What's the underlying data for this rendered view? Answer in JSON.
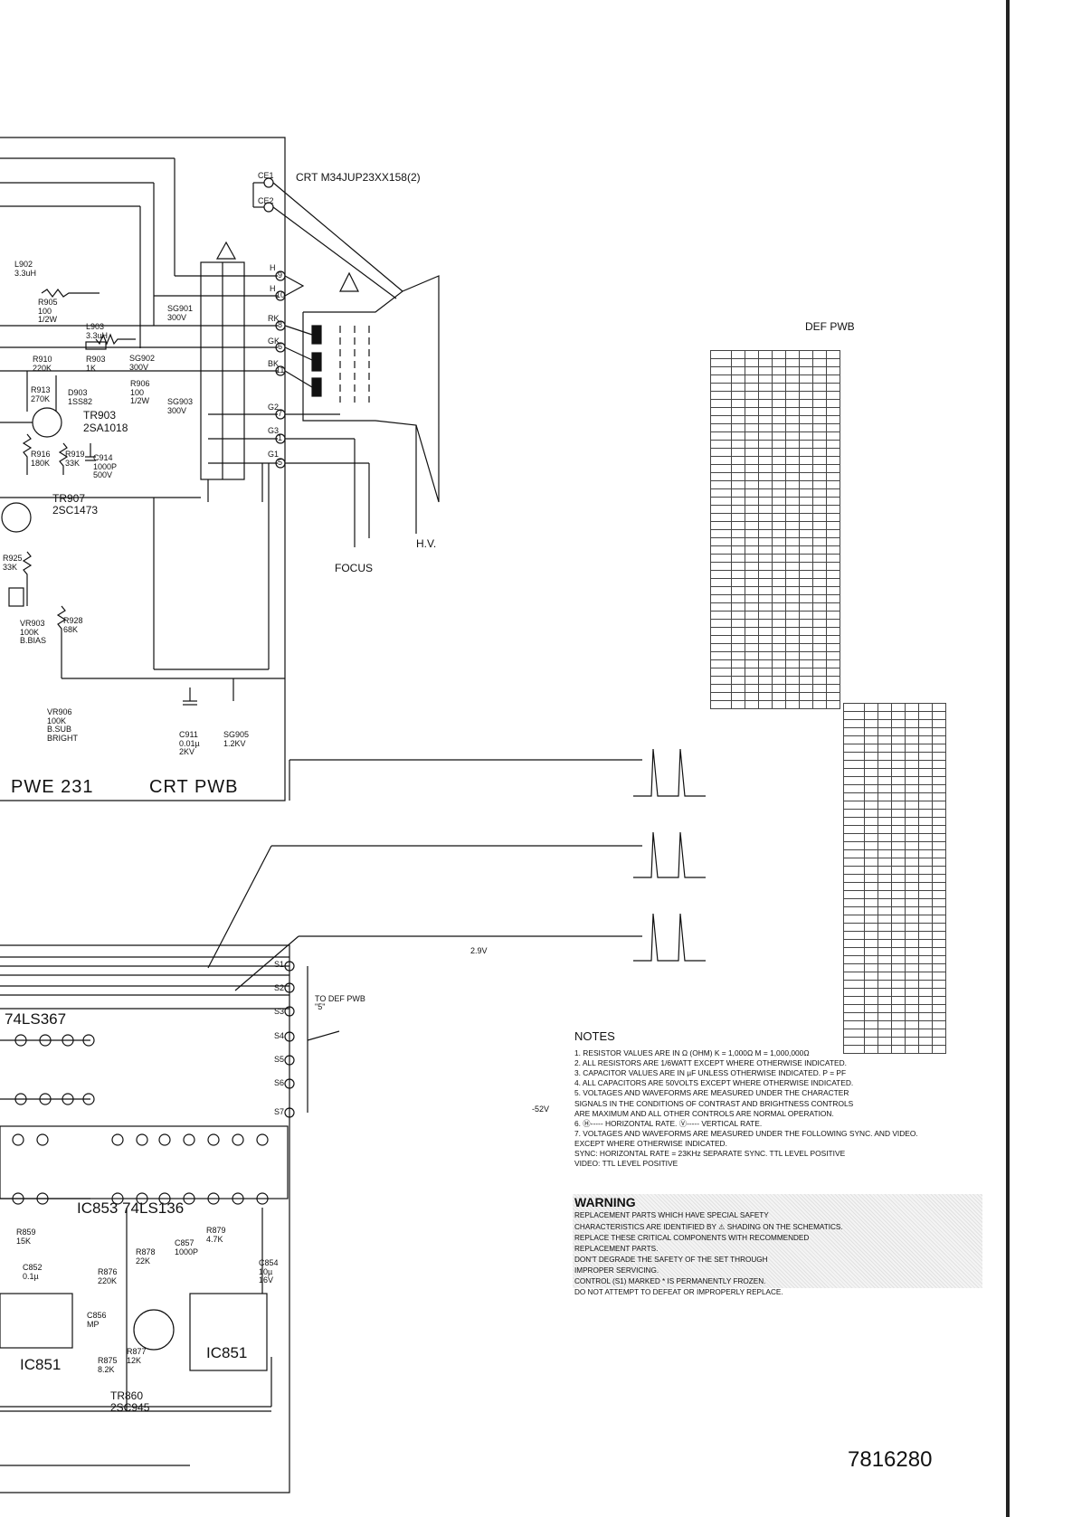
{
  "crt_section": {
    "crt_label": "CRT M34JUP23XX158(2)",
    "board_label": "PWE 231",
    "board_name": "CRT PWB",
    "focus_label": "FOCUS",
    "hv_label": "H.V.",
    "pin_labels": [
      "CE1",
      "CE2",
      "H",
      "H",
      "RK",
      "GK",
      "BK",
      "G2",
      "G3",
      "G1"
    ],
    "pin_numbers": [
      "9",
      "10",
      "8",
      "6",
      "11",
      "7",
      "1",
      "5"
    ]
  },
  "components": [
    {
      "ref": "L902",
      "value": "3.3uH"
    },
    {
      "ref": "R905",
      "value": "100\n1/2W"
    },
    {
      "ref": "L903",
      "value": "3.3uH"
    },
    {
      "ref": "R903",
      "value": "1K"
    },
    {
      "ref": "R910",
      "value": "220K"
    },
    {
      "ref": "R913",
      "value": "270K"
    },
    {
      "ref": "D903",
      "value": "1SS82"
    },
    {
      "ref": "R906",
      "value": "100\n1/2W"
    },
    {
      "ref": "TR903",
      "value": "2SA1018"
    },
    {
      "ref": "R916",
      "value": "180K"
    },
    {
      "ref": "R919",
      "value": "33K"
    },
    {
      "ref": "C914",
      "value": "1000P\n500V"
    },
    {
      "ref": "TR907",
      "value": "2SC1473"
    },
    {
      "ref": "R925",
      "value": "33K"
    },
    {
      "ref": "VR903",
      "value": "100K\nB.BIAS"
    },
    {
      "ref": "R928",
      "value": "68K"
    },
    {
      "ref": "VR906",
      "value": "100K\nB.SUB\nBRIGHT"
    },
    {
      "ref": "C911",
      "value": "0.01µ\n2KV"
    },
    {
      "ref": "SG905",
      "value": "1.2KV"
    },
    {
      "ref": "SG901",
      "value": "300V"
    },
    {
      "ref": "SG902",
      "value": "300V"
    },
    {
      "ref": "SG903",
      "value": "300V"
    }
  ],
  "logic_section": {
    "chip1": "74LS367",
    "chip2": "IC853 74LS136",
    "ic_left": "IC851",
    "ic_right": "IC851",
    "transistor": "TR860\n2SC945",
    "connector_labels": [
      "S1",
      "S2",
      "S3",
      "S4",
      "S5",
      "S6",
      "S7"
    ],
    "connector_note": "TO DEF PWB\n\"5\"",
    "parts": [
      {
        "ref": "R859",
        "value": "15K"
      },
      {
        "ref": "C852",
        "value": "0.1µ"
      },
      {
        "ref": "R876",
        "value": "220K"
      },
      {
        "ref": "R878",
        "value": "22K"
      },
      {
        "ref": "C857",
        "value": "1000P"
      },
      {
        "ref": "R879",
        "value": "4.7K"
      },
      {
        "ref": "C854",
        "value": "10µ\n16V"
      },
      {
        "ref": "C856",
        "value": "MP"
      },
      {
        "ref": "R877",
        "value": "12K"
      },
      {
        "ref": "R875",
        "value": "8.2K"
      }
    ]
  },
  "def_pwb_title": "DEF PWB",
  "volt_marks": [
    "2.9V",
    "-52V"
  ],
  "notes": {
    "title": "NOTES",
    "items": [
      "1. RESISTOR VALUES ARE IN Ω (OHM) K = 1,000Ω M = 1,000,000Ω",
      "2. ALL RESISTORS ARE 1/6WATT EXCEPT WHERE OTHERWISE INDICATED.",
      "3. CAPACITOR VALUES ARE IN µF UNLESS OTHERWISE INDICATED. P = PF",
      "4. ALL CAPACITORS ARE 50VOLTS EXCEPT WHERE OTHERWISE INDICATED.",
      "5. VOLTAGES AND WAVEFORMS ARE MEASURED UNDER THE CHARACTER",
      "   SIGNALS IN THE CONDITIONS OF CONTRAST AND BRIGHTNESS CONTROLS",
      "   ARE MAXIMUM AND ALL OTHER CONTROLS ARE NORMAL OPERATION.",
      "6. Ⓗ----- HORIZONTAL RATE. Ⓥ----- VERTICAL RATE.",
      "7. VOLTAGES AND WAVEFORMS ARE MEASURED UNDER THE FOLLOWING SYNC. AND VIDEO.",
      "   EXCEPT WHERE OTHERWISE INDICATED.",
      "   SYNC: HORIZONTAL RATE = 23KHz    SEPARATE SYNC. TTL LEVEL POSITIVE",
      "   VIDEO: TTL LEVEL POSITIVE"
    ]
  },
  "warning": {
    "title": "WARNING",
    "lines": [
      "REPLACEMENT PARTS WHICH HAVE SPECIAL SAFETY",
      "CHARACTERISTICS ARE IDENTIFIED BY ⚠ SHADING ON THE SCHEMATICS.",
      "REPLACE THESE CRITICAL COMPONENTS WITH RECOMMENDED",
      "REPLACEMENT PARTS.",
      "DON'T DEGRADE THE SAFETY OF THE SET THROUGH",
      "IMPROPER SERVICING.",
      "CONTROL (S1) MARKED * IS PERMANENTLY FROZEN.",
      "DO NOT ATTEMPT TO DEFEAT OR IMPROPERLY REPLACE."
    ]
  },
  "document_number": "7816280"
}
